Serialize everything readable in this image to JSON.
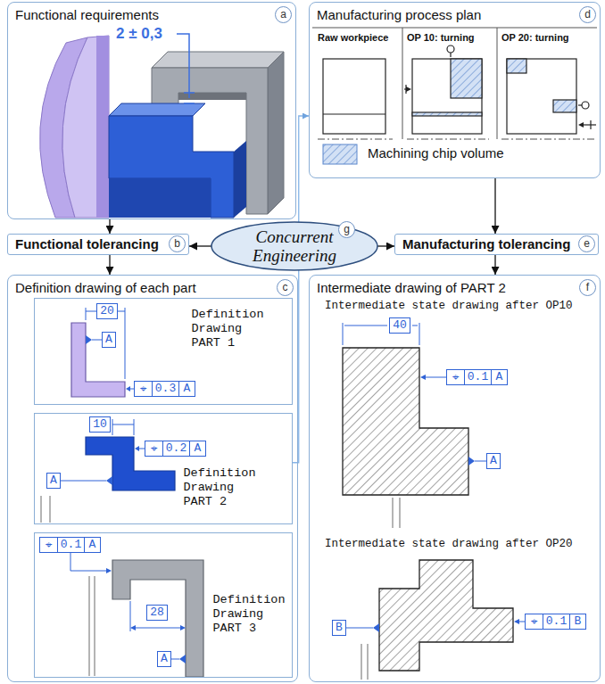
{
  "diagram": {
    "nodes": [
      {
        "text": [
          "Functional requirements",
          "a"
        ]
      },
      {
        "text": [
          "Manufacturing process plan",
          "d"
        ]
      },
      {
        "text": [
          "Functional tolerancing",
          "b"
        ]
      },
      {
        "text": [
          "Concurrent Engineering",
          "g"
        ]
      },
      {
        "text": [
          "Manufacturing tolerancing",
          "e"
        ]
      },
      {
        "text": [
          "Definition drawing of each part",
          "c"
        ]
      },
      {
        "text": [
          "Definition Drawing PART 1"
        ],
        "in": 5
      },
      {
        "text": [
          "Definition Drawing PART 2"
        ],
        "in": 5
      },
      {
        "text": [
          "Definition Drawing PART 3"
        ],
        "in": 5
      },
      {
        "text": [
          "Intermediate drawing of PART 2",
          "f"
        ]
      }
    ],
    "edges": [
      {
        "from": 0,
        "to": 2,
        "arrow": "to"
      },
      {
        "from": 2,
        "to": 5,
        "arrow": "to"
      },
      {
        "from": 1,
        "to": 4,
        "arrow": "to"
      },
      {
        "from": 4,
        "to": 9,
        "arrow": "to"
      },
      {
        "from": 3,
        "to": 2,
        "arrow": "to"
      },
      {
        "from": 3,
        "to": 4,
        "arrow": "to"
      },
      {
        "from": 7,
        "to": 1,
        "arrow": "to"
      }
    ],
    "labels": [
      "2 ± 0,3",
      "20",
      "A",
      "⌖",
      "0.3",
      "A",
      "10",
      "⌖",
      "0.2",
      "A",
      "A",
      "⌖",
      "0.1",
      "A",
      "28",
      "A",
      "Raw workpiece",
      "OP 10: turning",
      "OP 20: turning",
      "Intermediate state drawing after OP10",
      "40",
      "⌖",
      "0.1",
      "A",
      "A",
      "Intermediate state drawing after OP20",
      "B",
      "⌖",
      "0.1",
      "B"
    ],
    "legend": [
      {
        "text": "Machining chip volume"
      }
    ]
  }
}
